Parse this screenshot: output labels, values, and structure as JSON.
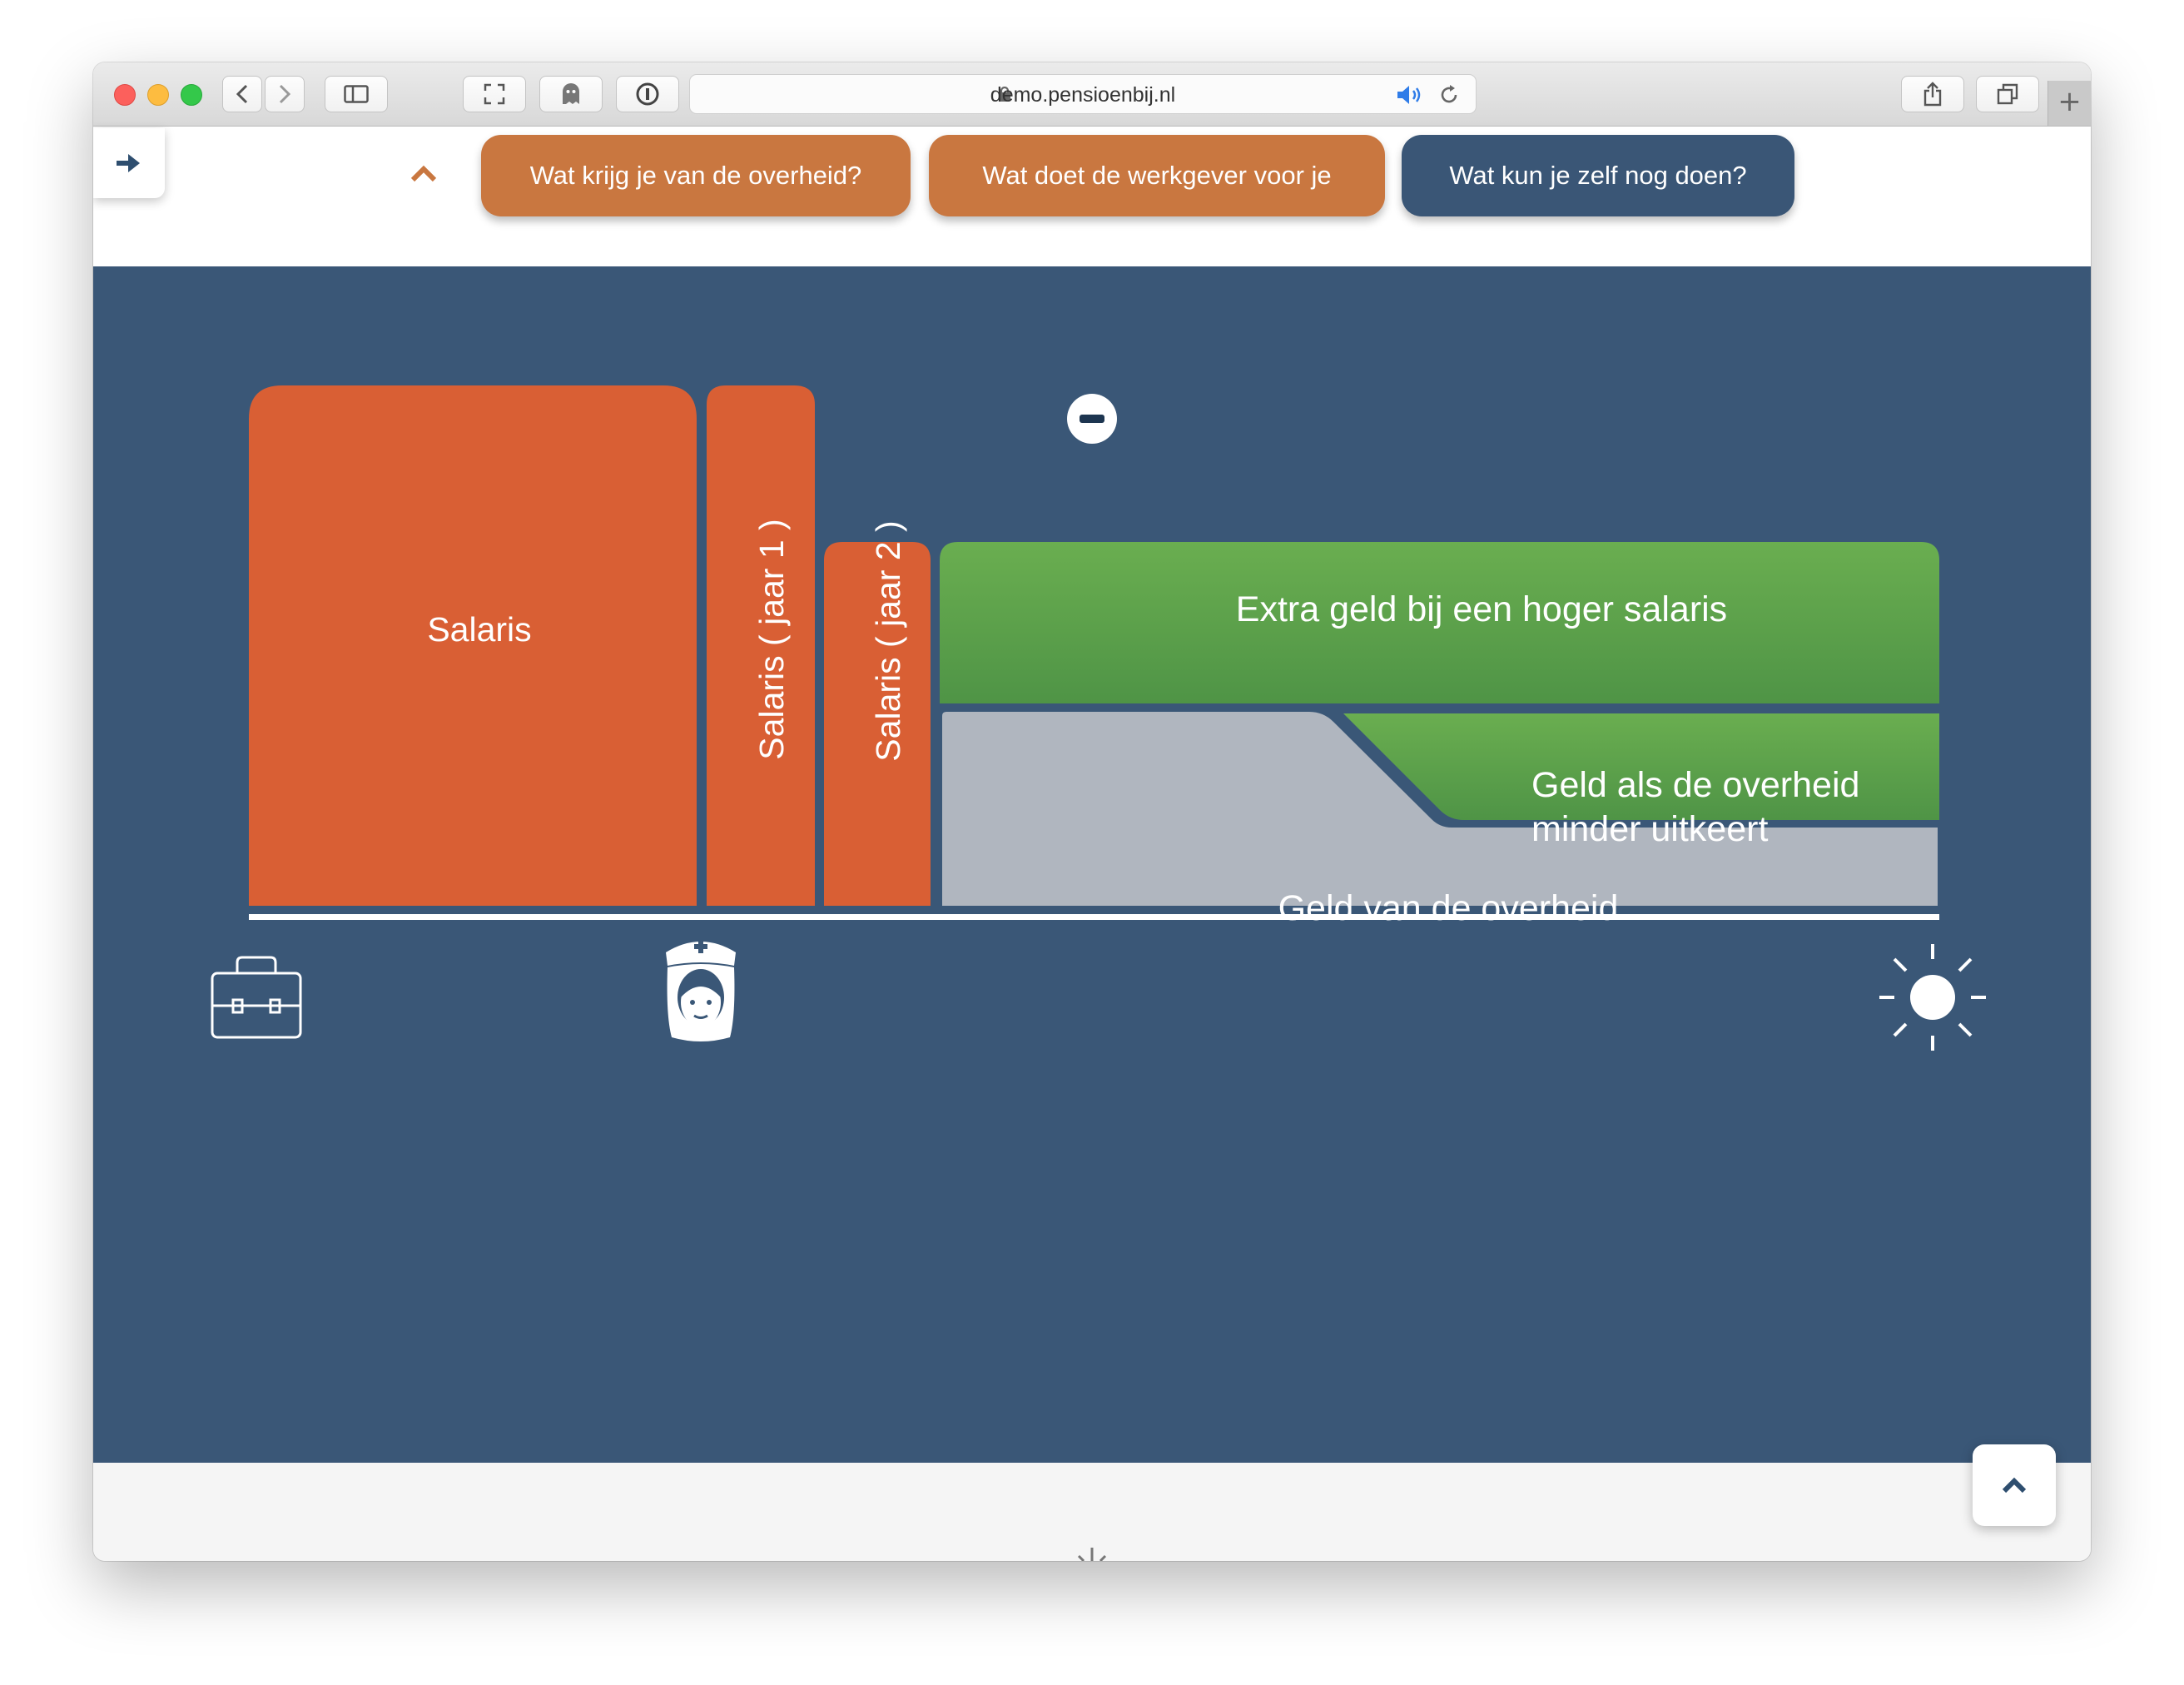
{
  "browser": {
    "url": "demo.pensioenbij.nl",
    "icons": [
      "close-icon",
      "minimize-icon",
      "zoom-icon",
      "back-icon",
      "forward-icon",
      "sidebar-icon",
      "fullscreen-icon",
      "ghost-icon",
      "password-icon",
      "lock-icon",
      "audio-icon",
      "reload-icon",
      "share-icon",
      "tabs-icon",
      "plus-icon"
    ]
  },
  "nav": {
    "tabs": [
      {
        "label": "Wat krijg je van de overheid?",
        "color": "#c97740"
      },
      {
        "label": "Wat doet de werkgever voor je",
        "color": "#c97740"
      },
      {
        "label": "Wat kun je zelf nog doen?",
        "color": "#3a5676"
      }
    ]
  },
  "colors": {
    "stage": "#3a5777",
    "salary": "#d95f34",
    "extra": "#67ab4f",
    "government": "#b0b6bf"
  },
  "diagram": {
    "blocks": {
      "salaris": "Salaris",
      "jaar1": "Salaris ( jaar 1 )",
      "jaar2": "Salaris ( jaar 2 )",
      "extra": "Extra geld bij een hoger salaris",
      "minder_line1": "Geld als de overheid",
      "minder_line2": "minder uitkeert",
      "overheid": "Geld van de overheid"
    },
    "timeline_icons": [
      "briefcase-icon",
      "nurse-icon",
      "sun-icon"
    ]
  }
}
